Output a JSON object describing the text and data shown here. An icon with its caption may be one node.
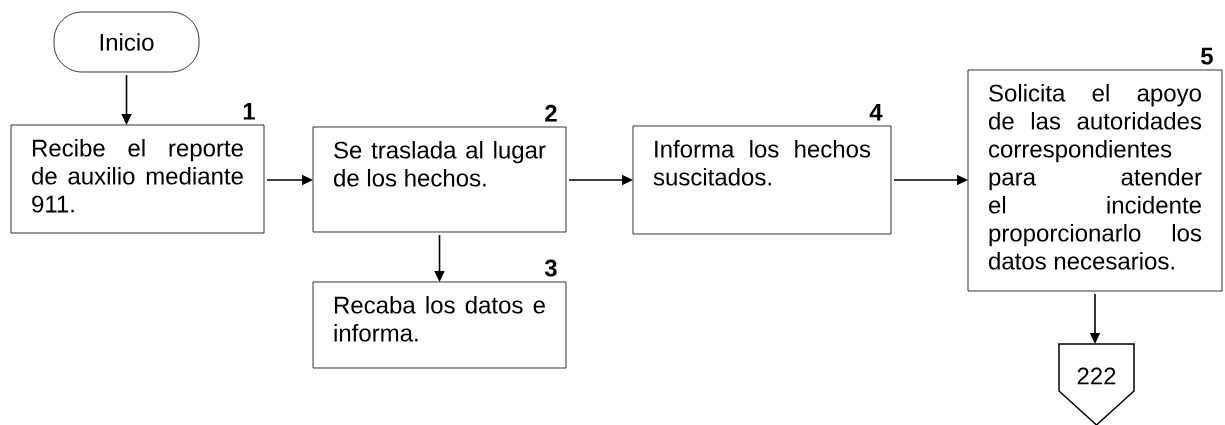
{
  "diagram": {
    "nodes": [
      {
        "text": [
          "Inicio"
        ]
      },
      {
        "text": [
          "Recibe el reporte de auxilio mediante 911."
        ],
        "beside": [
          "1"
        ]
      },
      {
        "text": [
          "Se traslada al lugar de los hechos."
        ],
        "beside": [
          "2"
        ]
      },
      {
        "text": [
          "Recaba los datos e informa."
        ],
        "beside": [
          "3"
        ]
      },
      {
        "text": [
          "Informa los hechos suscitados."
        ],
        "beside": [
          "4"
        ]
      },
      {
        "text": [
          "Solicita el apoyo de las autoridades correspondientes para atender el incidente proporcionarlo los datos necesarios."
        ],
        "beside": [
          "5"
        ]
      },
      {
        "text": [
          "222"
        ]
      }
    ],
    "edges": [
      {
        "from": 0,
        "to": 1,
        "arrow": "to"
      },
      {
        "from": 1,
        "to": 2,
        "arrow": "to"
      },
      {
        "from": 2,
        "to": 3,
        "arrow": "to"
      },
      {
        "from": 2,
        "to": 4,
        "arrow": "to"
      },
      {
        "from": 4,
        "to": 5,
        "arrow": "to"
      },
      {
        "from": 5,
        "to": 6,
        "arrow": "to"
      }
    ]
  }
}
